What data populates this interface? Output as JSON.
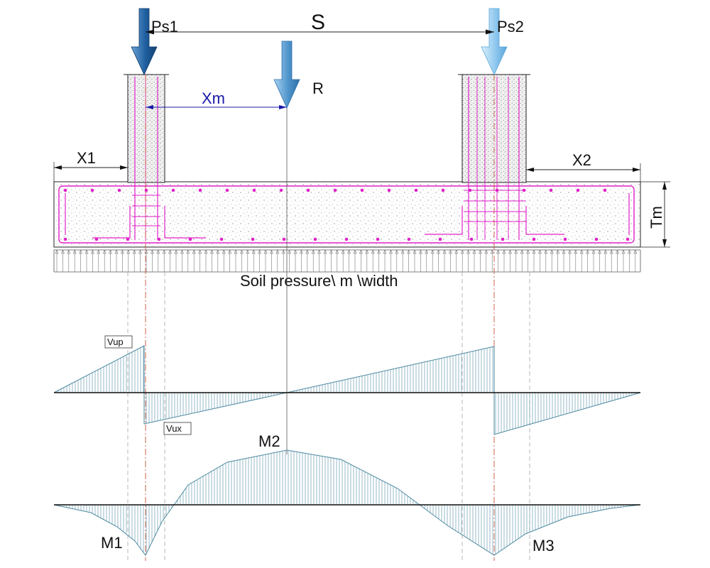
{
  "labels": {
    "spacing": "S",
    "load_left": "Ps1",
    "load_right": "Ps2",
    "resultant": "R",
    "resultant_offset": "Xm",
    "left_overhang": "X1",
    "right_overhang": "X2",
    "thickness": "Tm",
    "soil_pressure": "Soil pressure\\ m \\width",
    "shear_peak": "Vup",
    "shear_drop": "Vux",
    "moment_left": "M1",
    "moment_mid": "M2",
    "moment_right": "M3"
  },
  "colors": {
    "load_left_arrow": "#1f5fa0",
    "load_right_arrow": "#8fc8ee",
    "resultant_arrow": "#4f95cc",
    "dimension_blue": "#1a1aa8",
    "rebar_magenta": "#e020c8",
    "hatch": "#6a9cb0",
    "centerline": "#c04020"
  },
  "icons": {
    "load_arrow": "down-arrow-icon",
    "dimension_arrow": "dimension-arrow-icon"
  }
}
